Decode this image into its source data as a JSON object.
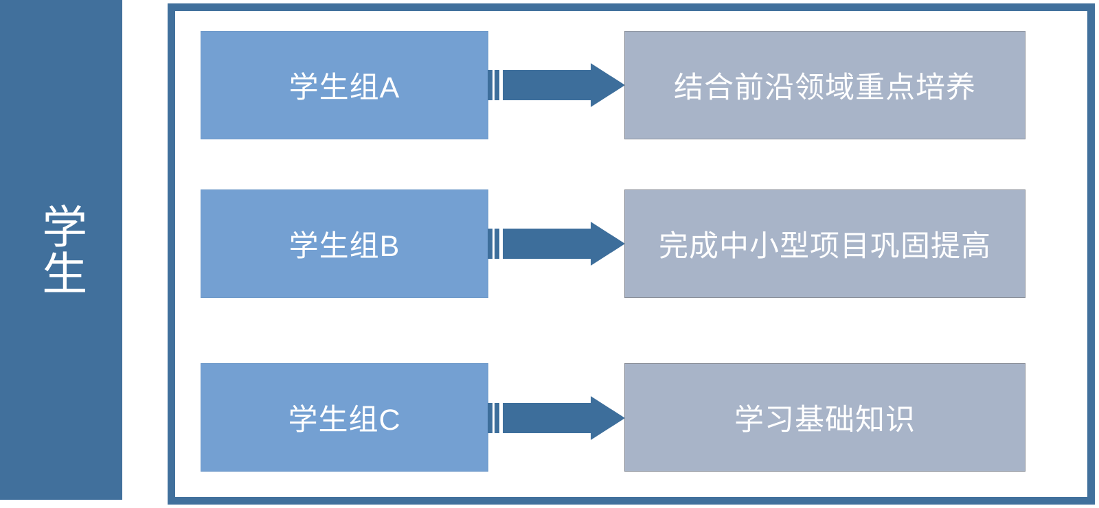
{
  "diagram": {
    "title_bar": {
      "label": "学生",
      "color": "#41709C",
      "text_color": "#ffffff"
    },
    "frame": {
      "border_color": "#41709C",
      "background": "#ffffff"
    },
    "colors": {
      "source_box": "#74A0D2",
      "target_box": "#A8B4C8",
      "arrow": "#3D6E9B",
      "label_text": "#ffffff"
    },
    "rows": [
      {
        "source": "学生组A",
        "arrow": "striped-arrow-right-icon",
        "target": "结合前沿领域重点培养"
      },
      {
        "source": "学生组B",
        "arrow": "striped-arrow-right-icon",
        "target": "完成中小型项目巩固提高"
      },
      {
        "source": "学生组C",
        "arrow": "striped-arrow-right-icon",
        "target": "学习基础知识"
      }
    ]
  }
}
